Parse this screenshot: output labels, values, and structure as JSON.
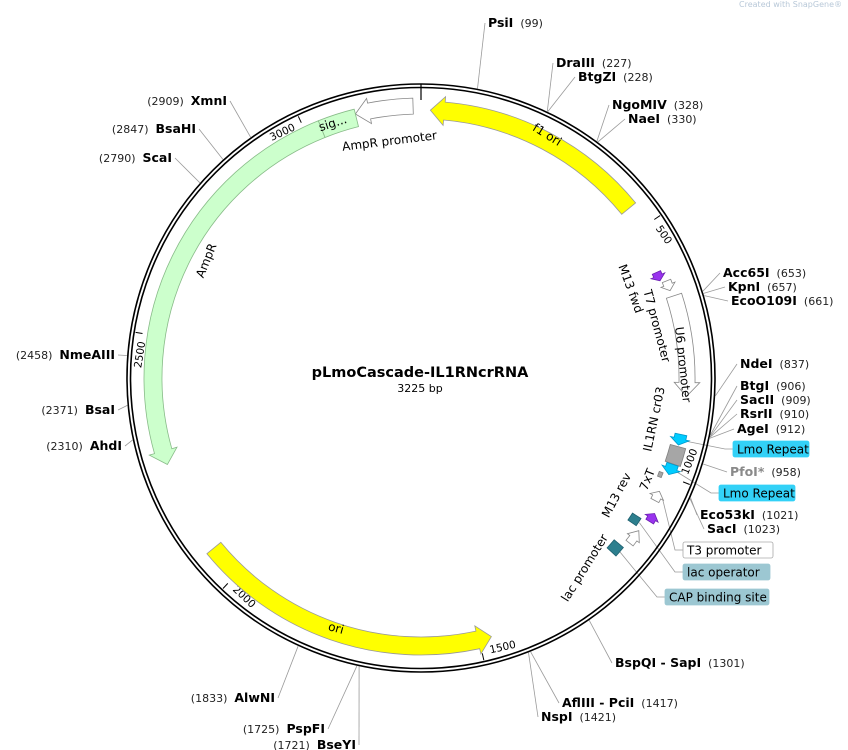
{
  "watermark": "Created with SnapGene®",
  "plasmid": {
    "name": "pLmoCascade-IL1RNcrRNA",
    "length_label": "3225 bp",
    "length": 3225
  },
  "ticks": [
    "500",
    "1000",
    "1500",
    "2000",
    "2500",
    "3000"
  ],
  "features": [
    {
      "name": "f1 ori",
      "start": 18,
      "end": 455,
      "dir": -1,
      "color": "#ffff00",
      "stroke": "#999999",
      "r": 268,
      "w": 18
    },
    {
      "name": "AmpR promoter",
      "start": 3100,
      "end": 3210,
      "dir": -1,
      "color": "#ffffff",
      "stroke": "#888888",
      "r": 272,
      "w": 16
    },
    {
      "name": "sig...",
      "start": 3030,
      "end": 3100,
      "dir": 0,
      "color": "#ccffcc",
      "stroke": "#88bb88",
      "r": 268,
      "w": 18
    },
    {
      "name": "AmpR",
      "start": 2250,
      "end": 3030,
      "dir": -1,
      "color": "#ccffcc",
      "stroke": "#88bb88",
      "r": 268,
      "w": 18
    },
    {
      "name": "ori",
      "start": 1476,
      "end": 2066,
      "dir": -1,
      "color": "#ffff00",
      "stroke": "#999999",
      "r": 268,
      "w": 18
    },
    {
      "name": "M13 fwd",
      "start": 590,
      "end": 608,
      "dir": 1,
      "color": "#9933ee",
      "stroke": "#6a1fb0",
      "r": 258,
      "w": 9
    },
    {
      "name": "T7 promoter",
      "start": 613,
      "end": 633,
      "dir": 1,
      "color": "#ffffff",
      "stroke": "#888888",
      "r": 264,
      "w": 9
    },
    {
      "name": "U6 promoter",
      "start": 645,
      "end": 842,
      "dir": 1,
      "color": "#ffffff",
      "stroke": "#888888",
      "r": 266,
      "w": 16
    },
    {
      "name": "Lmo Repeat",
      "start": 916,
      "end": 937,
      "dir": 1,
      "color": "#00ccff",
      "stroke": "#0099cc",
      "r": 266,
      "w": 12
    },
    {
      "name": "IL1RN cr03",
      "start": 940,
      "end": 975,
      "dir": 0,
      "color": "#a6a6a6",
      "stroke": "#808080",
      "r": 266,
      "w": 16
    },
    {
      "name": "Lmo Repeat",
      "start": 976,
      "end": 997,
      "dir": 1,
      "color": "#00ccff",
      "stroke": "#0099cc",
      "r": 266,
      "w": 12
    },
    {
      "name": "7xT",
      "start": 998,
      "end": 1008,
      "dir": 0,
      "color": "#a6a6a6",
      "stroke": "#808080",
      "r": 258,
      "w": 4
    },
    {
      "name": "T3 promoter",
      "start": 1034,
      "end": 1054,
      "dir": -1,
      "color": "#ffffff",
      "stroke": "#888888",
      "r": 264,
      "w": 9
    },
    {
      "name": "M13 rev",
      "start": 1076,
      "end": 1094,
      "dir": -1,
      "color": "#9933ee",
      "stroke": "#6a1fb0",
      "r": 270,
      "w": 9
    },
    {
      "name": "lac operator",
      "start": 1098,
      "end": 1115,
      "dir": 0,
      "color": "#2d7f8e",
      "stroke": "#1d5f6e",
      "r": 256,
      "w": 10
    },
    {
      "name": "lac promoter",
      "start": 1120,
      "end": 1150,
      "dir": -1,
      "color": "#ffffff",
      "stroke": "#888888",
      "r": 266,
      "w": 9
    },
    {
      "name": "CAP binding site",
      "start": 1164,
      "end": 1186,
      "dir": 0,
      "color": "#2d7f8e",
      "stroke": "#1d5f6e",
      "r": 258,
      "w": 12
    }
  ],
  "feature_callouts": [
    {
      "label": "Lmo Repeat",
      "bg": "#33d1f7"
    },
    {
      "label": "Lmo Repeat",
      "bg": "#33d1f7"
    },
    {
      "label": "T3 promoter",
      "bg": "#ffffff"
    },
    {
      "label": "lac operator",
      "bg": "#9cc7d2"
    },
    {
      "label": "CAP binding site",
      "bg": "#9cc7d2"
    }
  ],
  "enzymes": [
    {
      "name": "PsiI",
      "pos": 99
    },
    {
      "name": "DraIII",
      "pos": 227
    },
    {
      "name": "BtgZI",
      "pos": 228
    },
    {
      "name": "NgoMIV",
      "pos": 328
    },
    {
      "name": "NaeI",
      "pos": 330
    },
    {
      "name": "Acc65I",
      "pos": 653
    },
    {
      "name": "KpnI",
      "pos": 657
    },
    {
      "name": "EcoO109I",
      "pos": 661
    },
    {
      "name": "NdeI",
      "pos": 837
    },
    {
      "name": "BtgI",
      "pos": 906
    },
    {
      "name": "SacII",
      "pos": 909
    },
    {
      "name": "RsrII",
      "pos": 910
    },
    {
      "name": "AgeI",
      "pos": 912
    },
    {
      "name": "PfoI*",
      "pos": 958,
      "muted": true
    },
    {
      "name": "Eco53kI",
      "pos": 1021
    },
    {
      "name": "SacI",
      "pos": 1023
    },
    {
      "name": "BspQI - SapI",
      "pos": 1301
    },
    {
      "name": "AflIII - PciI",
      "pos": 1417
    },
    {
      "name": "NspI",
      "pos": 1421
    },
    {
      "name": "BseYI",
      "pos": 1721
    },
    {
      "name": "PspFI",
      "pos": 1725
    },
    {
      "name": "AlwNI",
      "pos": 1833
    },
    {
      "name": "AhdI",
      "pos": 2310
    },
    {
      "name": "BsaI",
      "pos": 2371
    },
    {
      "name": "NmeAIII",
      "pos": 2458
    },
    {
      "name": "ScaI",
      "pos": 2790
    },
    {
      "name": "BsaHI",
      "pos": 2847
    },
    {
      "name": "XmnI",
      "pos": 2909
    }
  ]
}
